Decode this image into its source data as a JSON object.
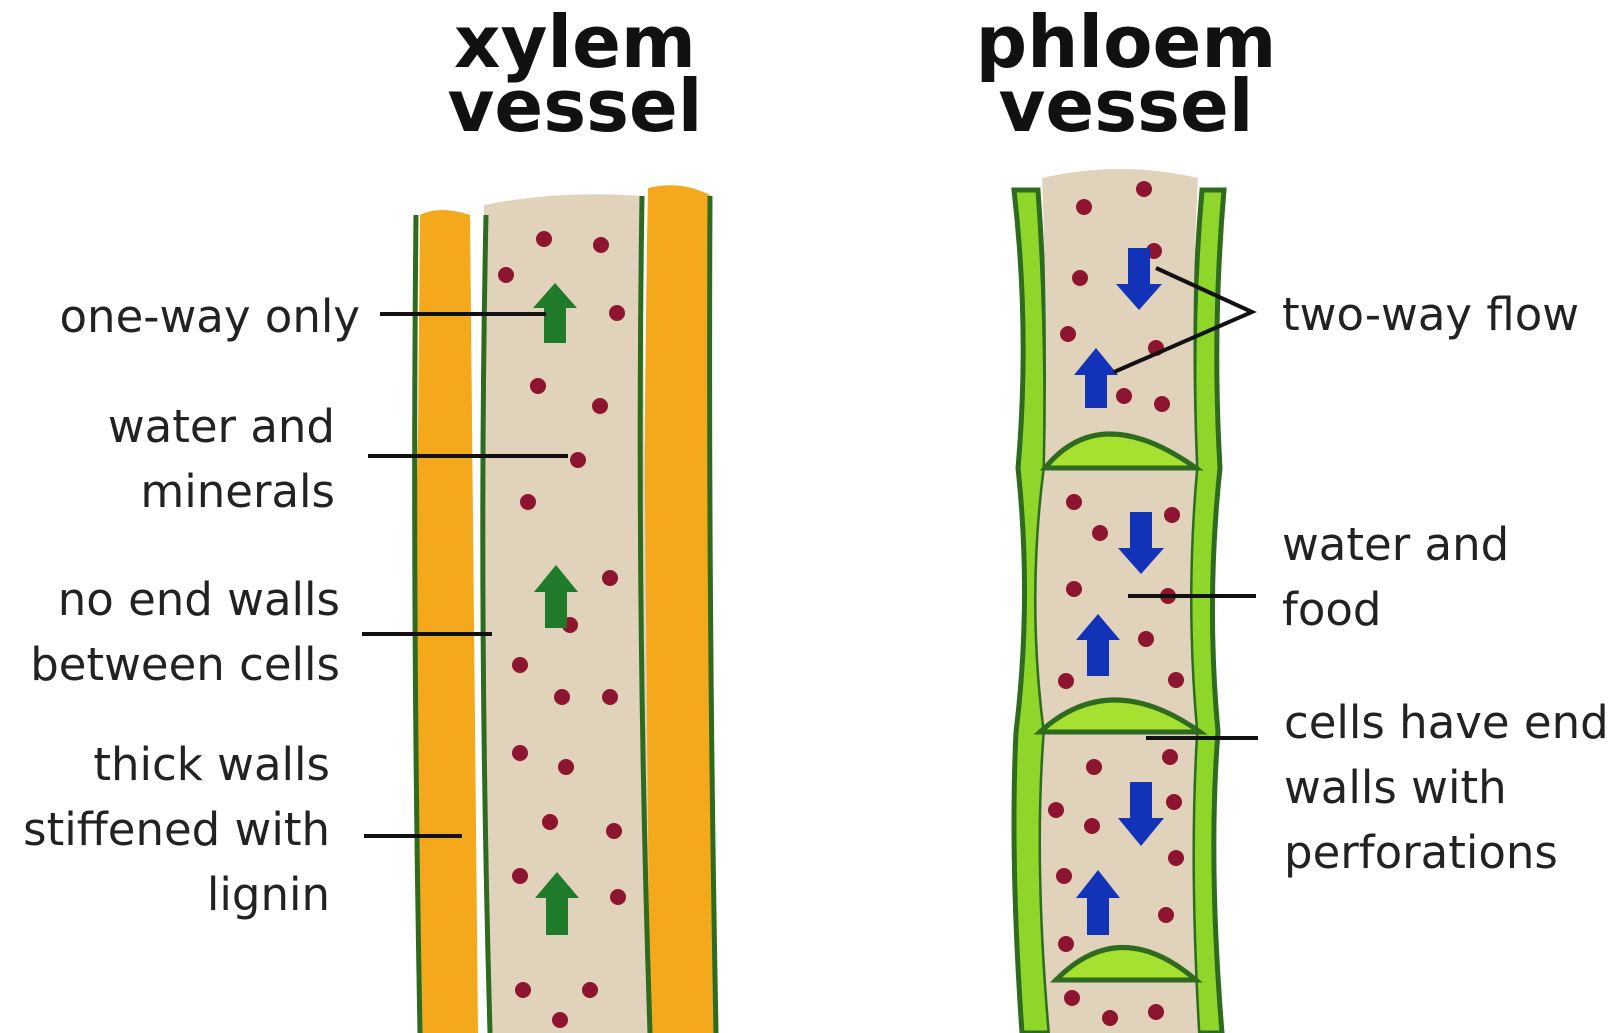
{
  "titles": {
    "xylem": [
      "xylem",
      "vessel"
    ],
    "phloem": [
      "phloem",
      "vessel"
    ]
  },
  "labels": {
    "one_way": [
      "one-way only"
    ],
    "water_minerals": [
      "water and",
      "minerals"
    ],
    "no_end_walls": [
      "no end walls",
      "between cells"
    ],
    "thick_walls": [
      "thick walls",
      "stiffened with",
      "lignin"
    ],
    "two_way": [
      "two-way flow"
    ],
    "water_food": [
      "water and",
      "food"
    ],
    "end_walls": [
      "cells have end",
      "walls with",
      "perforations"
    ]
  },
  "colors": {
    "lignin": "#f4a81c",
    "lumen": "#e0d2bb",
    "wall": "#2e6b1f",
    "phloem_wall": "#8ed62a",
    "sieve_plate": "#a6e030",
    "particle": "#8e1530",
    "up_arrow_xylem": "#1f7a2a",
    "phloem_arrow": "#1232b8",
    "leader": "#111111"
  },
  "icons": {
    "xylem_flow": "arrow-up-icon",
    "phloem_flow_down": "arrow-down-icon",
    "phloem_flow_up": "arrow-up-icon"
  }
}
